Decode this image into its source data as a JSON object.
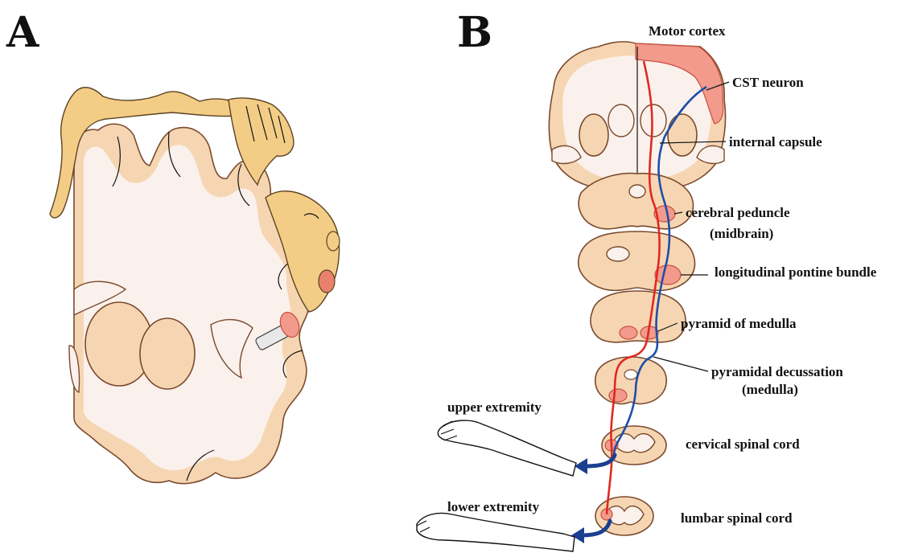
{
  "panels": {
    "a": {
      "letter": "A"
    },
    "b": {
      "letter": "B"
    }
  },
  "labels": {
    "motor_cortex": "Motor cortex",
    "cst_neuron": "CST neuron",
    "internal_capsule": "internal capsule",
    "cerebral_peduncle": "cerebral peduncle",
    "midbrain": "(midbrain)",
    "pontine_bundle": "longitudinal pontine bundle",
    "pyramid_medulla": "pyramid of medulla",
    "pyramidal_decussation": "pyramidal decussation",
    "medulla": "(medulla)",
    "upper_extremity": "upper extremity",
    "cervical_cord": "cervical spinal cord",
    "lower_extremity": "lower extremity",
    "lumbar_cord": "lumbar spinal cord"
  },
  "colors": {
    "tract_contralateral": "#e0281f",
    "tract_ipsilateral": "#1e4fa8",
    "motor_area": "#f29a8c",
    "grey_matter": "#f6d6b2",
    "homunculus": "#f3cd86"
  }
}
